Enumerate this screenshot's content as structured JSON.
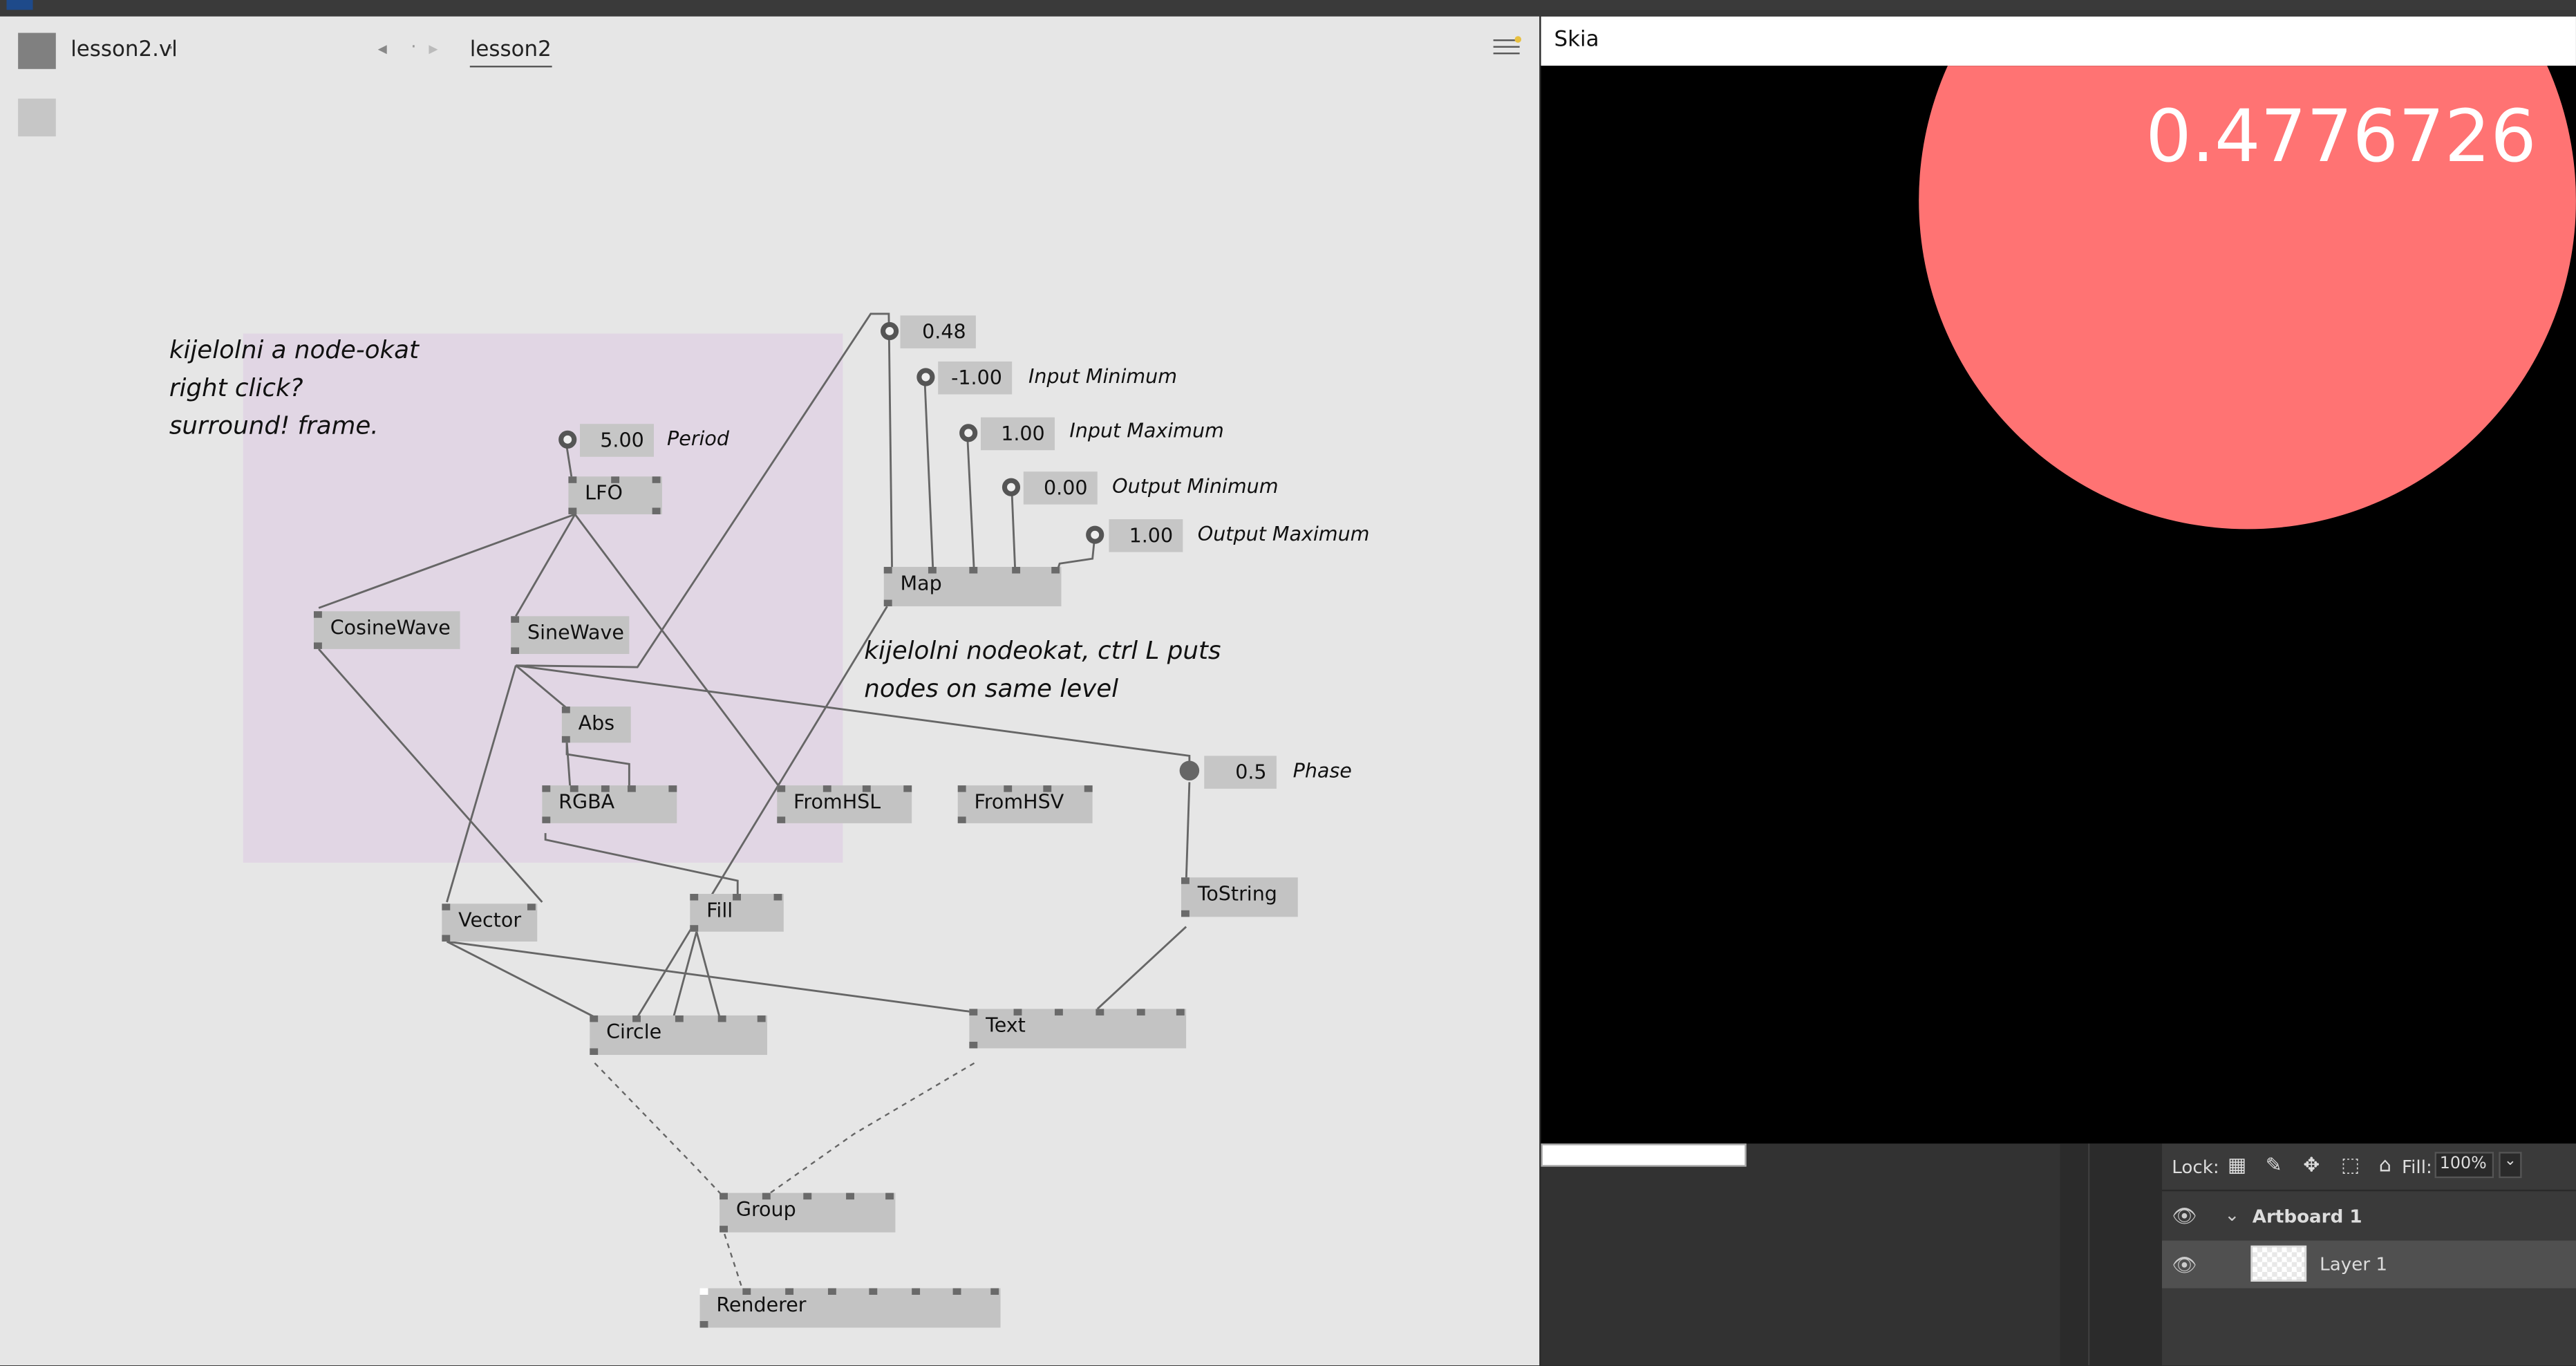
{
  "editor": {
    "doc_title": "lesson2.vl",
    "doc_title_dot": "·",
    "nav_prev": "◂",
    "nav_sep": "·",
    "nav_next": "▸",
    "active_tab": "lesson2"
  },
  "comments": {
    "frame_note": "kijelolni a node-okat\nright click?\nsurround! frame.",
    "level_note": "kijelolni nodeokat, ctrl L puts\nnodes on same level"
  },
  "nodes": {
    "lfo": "LFO",
    "cosine": "CosineWave",
    "sine": "SineWave",
    "abs": "Abs",
    "rgba": "RGBA",
    "fromhsl": "FromHSL",
    "fromhsv": "FromHSV",
    "map": "Map",
    "vector": "Vector",
    "fill": "Fill",
    "circle": "Circle",
    "text": "Text",
    "tostring": "ToString",
    "group": "Group",
    "renderer": "Renderer"
  },
  "iobox": {
    "period_value": "5.00",
    "period_label": "Period",
    "map_value": "0.48",
    "input_min_value": "-1.00",
    "input_min_label": "Input Minimum",
    "input_max_value": "1.00",
    "input_max_label": "Input Maximum",
    "output_min_value": "0.00",
    "output_min_label": "Output Minimum",
    "output_max_value": "1.00",
    "output_max_label": "Output Maximum",
    "phase_value": "0.5",
    "phase_label": "Phase"
  },
  "skia": {
    "title": "Skia",
    "display_value": "0.4776726",
    "circle_color": "#ff7373"
  },
  "layers_panel": {
    "lock_label": "Lock:",
    "fill_label": "Fill:",
    "fill_value": "100%",
    "artboard_name": "Artboard 1",
    "layer_name": "Layer 1"
  }
}
